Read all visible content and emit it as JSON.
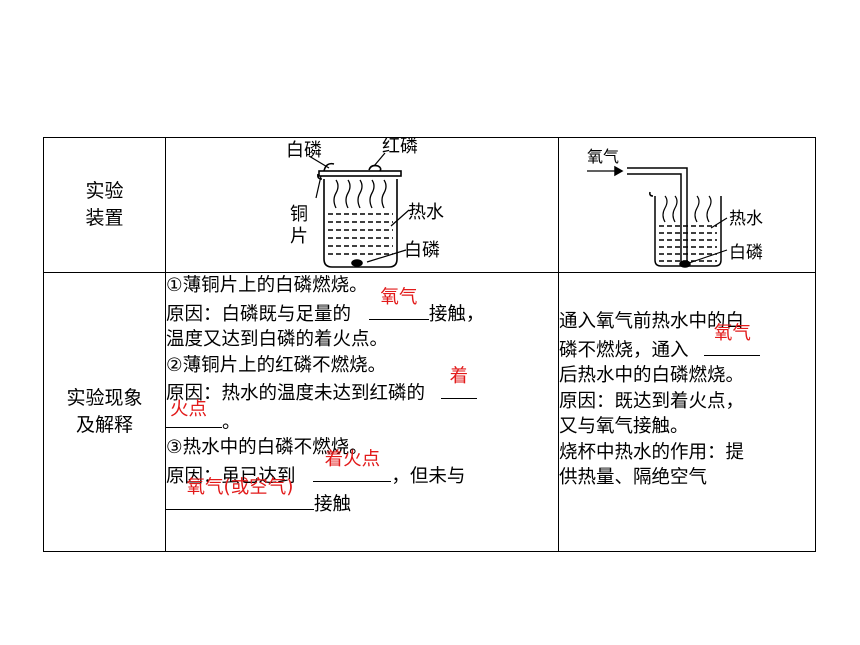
{
  "rows": {
    "apparatus_header": [
      "实验",
      "装置"
    ],
    "phenomenon_header": [
      "实验现象",
      "及解释"
    ]
  },
  "diagram1": {
    "white_phosphorus_top": "白磷",
    "red_phosphorus": "红磷",
    "copper_sheet": [
      "铜",
      "片"
    ],
    "hot_water": "热水",
    "white_phosphorus_bottom": "白磷"
  },
  "diagram2": {
    "oxygen": "氧气",
    "hot_water": "热水",
    "white_phosphorus": "白磷"
  },
  "col2": {
    "line1": "①薄铜片上的白磷燃烧。",
    "line2_pre": "原因：白磷既与足量的",
    "line2_answer": "氧气",
    "line2_post": "接触，",
    "line3": "温度又达到白磷的着火点。",
    "line4": "②薄铜片上的红磷不燃烧。",
    "line5_pre": "原因：热水的温度未达到红磷的",
    "line5_answer_a": "着",
    "line5_answer_b": "火点",
    "line6_post": "。",
    "line7": "③热水中的白磷不燃烧。",
    "line8_pre": "原因：虽已达到",
    "line8_answer": "着火点",
    "line8_post": "，但未与",
    "line9_answer": "氧气(或空气)",
    "line9_post": "接触"
  },
  "col3": {
    "line1": "通入氧气前热水中的白",
    "line2_pre": "磷不燃烧，通入",
    "line2_answer": "氧气",
    "line3": "后热水中的白磷燃烧。",
    "line4": "原因：既达到着火点，",
    "line5": "又与氧气接触。",
    "line6": "烧杯中热水的作用：提",
    "line7": "供热量、隔绝空气"
  },
  "colors": {
    "answer": "#e21a1a",
    "border": "#000000"
  }
}
